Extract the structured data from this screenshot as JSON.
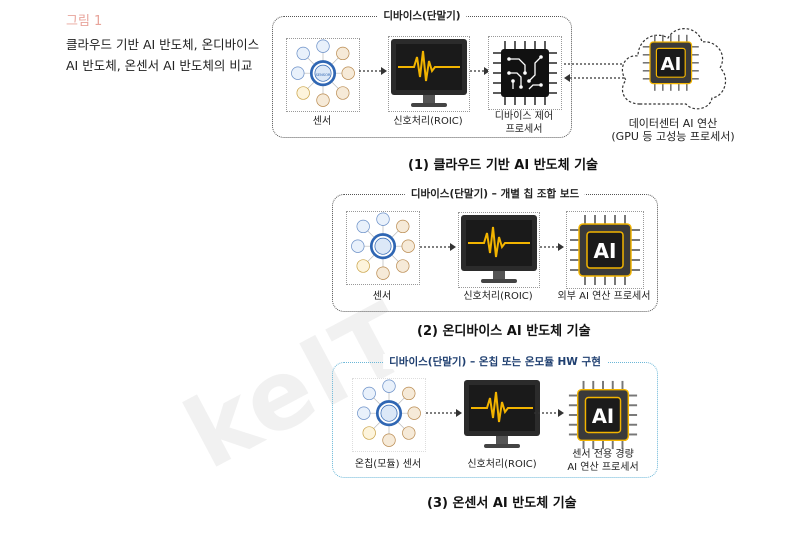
{
  "figure": {
    "label": "그림 1",
    "caption_line1": "클라우드 기반 AI 반도체, 온디바이스",
    "caption_line2": "AI 반도체, 온센서 AI 반도체의 비교"
  },
  "section1": {
    "frame_title": "디바이스(단말기)",
    "sensor_label": "센서",
    "roic_label": "신호처리(ROIC)",
    "control_line1": "디바이스 제어",
    "control_line2": "프로세서",
    "cloud_line1": "데이터센터 AI 연산",
    "cloud_line2": "(GPU 등 고성능 프로세서)",
    "heading": "(1) 클라우드 기반 AI 반도체 기술"
  },
  "section2": {
    "frame_title": "디바이스(단말기) – 개별 칩 조합 보드",
    "sensor_label": "센서",
    "roic_label": "신호처리(ROIC)",
    "ai_label": "외부 AI 연산 프로세서",
    "heading": "(2) 온디바이스 AI 반도체 기술"
  },
  "section3": {
    "frame_title": "디바이스(단말기) – 온칩 또는 온모듈 HW 구현",
    "sensor_label": "온칩(모듈) 센서",
    "roic_label": "신호처리(ROIC)",
    "ai_line1": "센서 전용 경량",
    "ai_line2": "AI 연산 프로세서",
    "heading": "(3) 온센서 AI 반도체 기술"
  },
  "chip_text": "AI",
  "hub_text": "SENSOR",
  "watermark": "keIT",
  "colors": {
    "accent": "#f2b400",
    "blue_frame": "#6bb7d8",
    "title_pink": "#e8a49b"
  }
}
